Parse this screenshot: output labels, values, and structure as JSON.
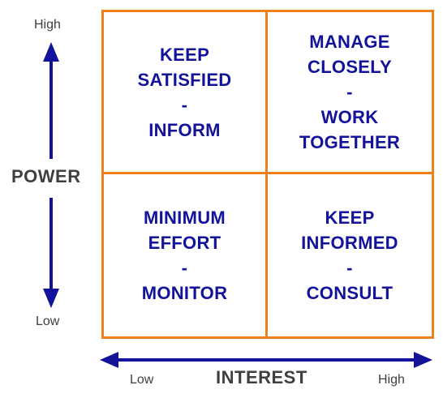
{
  "axes": {
    "y": {
      "title": "POWER",
      "high_label": "High",
      "low_label": "Low"
    },
    "x": {
      "title": "INTEREST",
      "low_label": "Low",
      "high_label": "High"
    }
  },
  "quadrants": {
    "top_left": [
      "KEEP",
      "SATISFIED",
      "-",
      "INFORM"
    ],
    "top_right": [
      "MANAGE",
      "CLOSELY",
      "-",
      "WORK",
      "TOGETHER"
    ],
    "bottom_left": [
      "MINIMUM",
      "EFFORT",
      "-",
      "MONITOR"
    ],
    "bottom_right": [
      "KEEP",
      "INFORMED",
      "-",
      "CONSULT"
    ]
  },
  "colors": {
    "grid_border": "#ef7f1a",
    "quadrant_text": "#12129a",
    "arrow": "#12129a",
    "axis_text": "#3f3f3f"
  }
}
